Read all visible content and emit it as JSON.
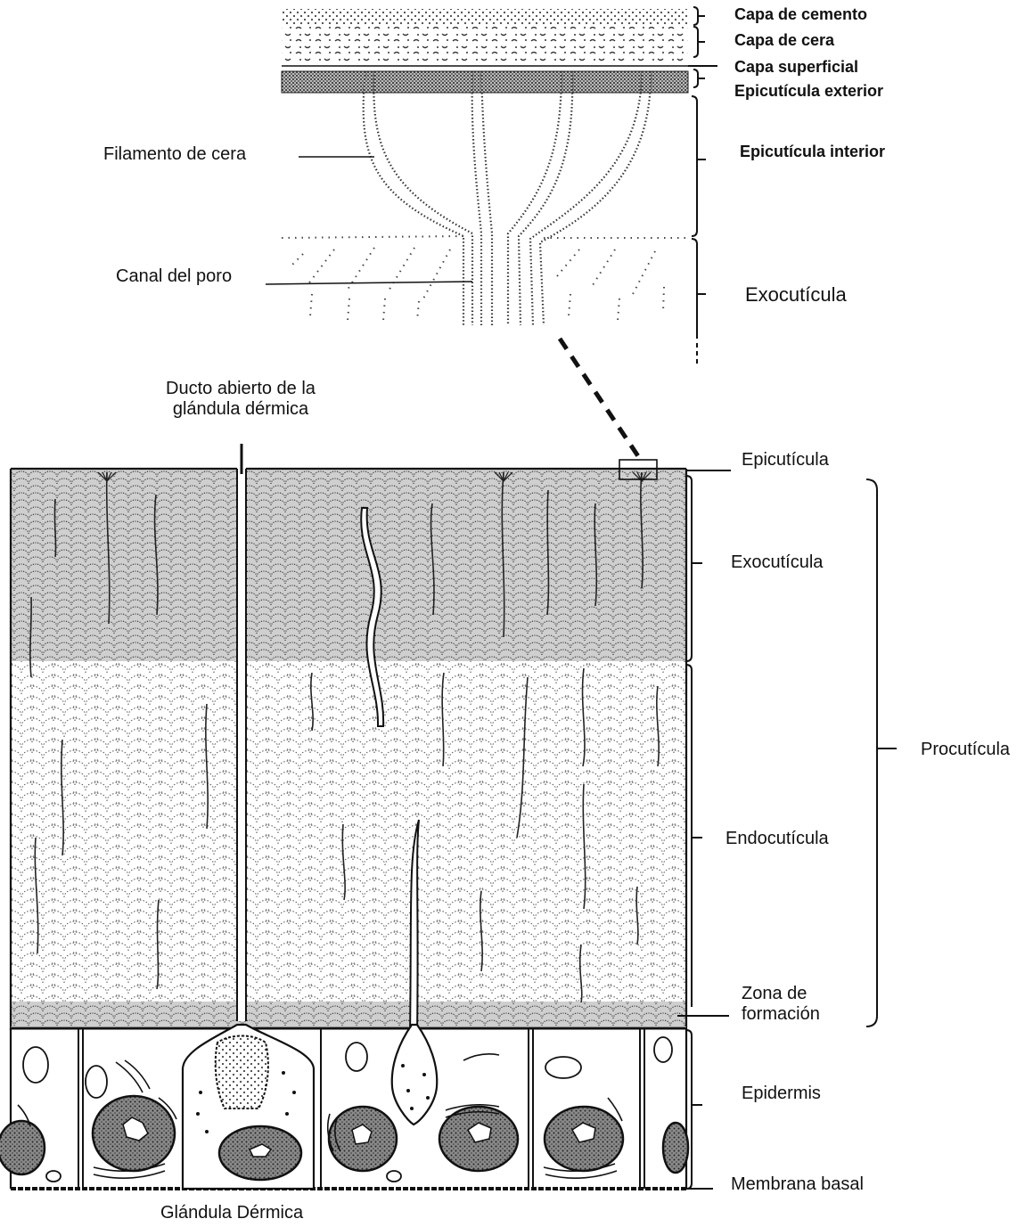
{
  "labels": {
    "capa_cemento": "Capa de cemento",
    "capa_cera": "Capa de cera",
    "capa_superficial": "Capa superficial",
    "epicuticula_exterior": "Epicutícula exterior",
    "epicuticula_interior": "Epicutícula interior",
    "filamento_cera": "Filamento de cera",
    "canal_poro": "Canal del poro",
    "exocuticula_detalle": "Exocutícula",
    "ducto_line1": "Ducto abierto de la",
    "ducto_line2": "glándula dérmica",
    "epicuticula": "Epicutícula",
    "exocuticula": "Exocutícula",
    "procuticula": "Procutícula",
    "endocuticula": "Endocutícula",
    "zona_line1": "Zona de",
    "zona_line2": "formación",
    "epidermis": "Epidermis",
    "membrana_basal": "Membrana basal",
    "glandula_dermica": "Glándula Dérmica"
  },
  "colors": {
    "ink": "#111111",
    "stipple": "#555555",
    "background": "#ffffff"
  }
}
